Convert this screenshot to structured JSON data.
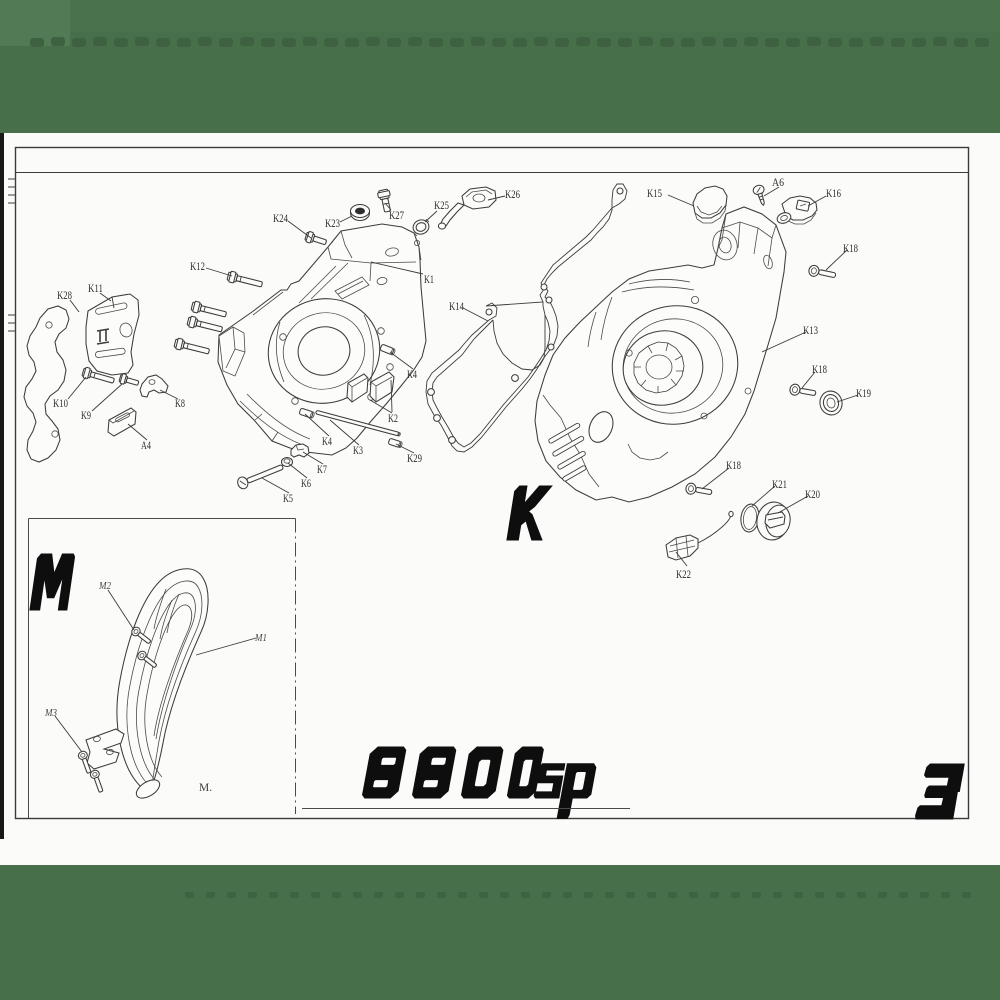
{
  "page": {
    "model": "8800sp",
    "page_number": "3",
    "section_main": "K",
    "section_inset": "M",
    "inset_caption": "M."
  },
  "colors": {
    "background_green": "#47704a",
    "paper_white": "#fbfbfa",
    "ink": "#1a1a1a"
  },
  "part_labels": [
    {
      "id": "label-K24",
      "text": "K24"
    },
    {
      "id": "label-K23",
      "text": "K23"
    },
    {
      "id": "label-K27",
      "text": "K27"
    },
    {
      "id": "label-K25",
      "text": "K25"
    },
    {
      "id": "label-K26",
      "text": "K26"
    },
    {
      "id": "label-K12",
      "text": "K12"
    },
    {
      "id": "label-K1",
      "text": "K1"
    },
    {
      "id": "label-K14",
      "text": "K14"
    },
    {
      "id": "label-K28",
      "text": "K28"
    },
    {
      "id": "label-K11",
      "text": "K11"
    },
    {
      "id": "label-K10",
      "text": "K10"
    },
    {
      "id": "label-K9",
      "text": "K9"
    },
    {
      "id": "label-K8",
      "text": "K8"
    },
    {
      "id": "label-A4",
      "text": "A4"
    },
    {
      "id": "label-K4-upper",
      "text": "K4"
    },
    {
      "id": "label-K2",
      "text": "K2"
    },
    {
      "id": "label-K4-lower",
      "text": "K4"
    },
    {
      "id": "label-K3",
      "text": "K3"
    },
    {
      "id": "label-K29",
      "text": "K29"
    },
    {
      "id": "label-K7",
      "text": "K7"
    },
    {
      "id": "label-K6",
      "text": "K6"
    },
    {
      "id": "label-K5",
      "text": "K5"
    },
    {
      "id": "label-K15",
      "text": "K15"
    },
    {
      "id": "label-A6",
      "text": "A6"
    },
    {
      "id": "label-K16",
      "text": "K16"
    },
    {
      "id": "label-K18-top",
      "text": "K18"
    },
    {
      "id": "label-K13",
      "text": "K13"
    },
    {
      "id": "label-K18-mid",
      "text": "K18"
    },
    {
      "id": "label-K19",
      "text": "K19"
    },
    {
      "id": "label-K18-bottom",
      "text": "K18"
    },
    {
      "id": "label-K21",
      "text": "K21"
    },
    {
      "id": "label-K20",
      "text": "K20"
    },
    {
      "id": "label-K22",
      "text": "K22"
    },
    {
      "id": "label-M2",
      "text": "M2"
    },
    {
      "id": "label-M1",
      "text": "M1"
    },
    {
      "id": "label-M3",
      "text": "M3"
    }
  ]
}
